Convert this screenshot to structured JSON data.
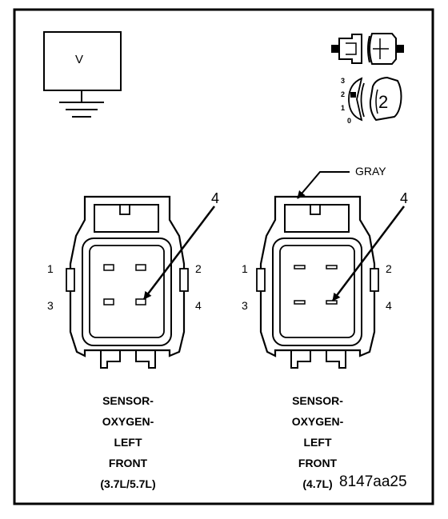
{
  "meter": {
    "symbol": "V"
  },
  "dial": {
    "ticks": [
      "3",
      "2",
      "1",
      "0"
    ],
    "position": "2"
  },
  "pointer_label": "GRAY",
  "connector_left": {
    "callout": "4",
    "pins": {
      "p1": "1",
      "p2": "2",
      "p3": "3",
      "p4": "4"
    },
    "caption": [
      "SENSOR-",
      "OXYGEN-",
      "LEFT",
      "FRONT",
      "(3.7L/5.7L)"
    ]
  },
  "connector_right": {
    "callout": "4",
    "pins": {
      "p1": "1",
      "p2": "2",
      "p3": "3",
      "p4": "4"
    },
    "caption": [
      "SENSOR-",
      "OXYGEN-",
      "LEFT",
      "FRONT",
      "(4.7L)"
    ]
  },
  "figure_id": "8147aa25"
}
